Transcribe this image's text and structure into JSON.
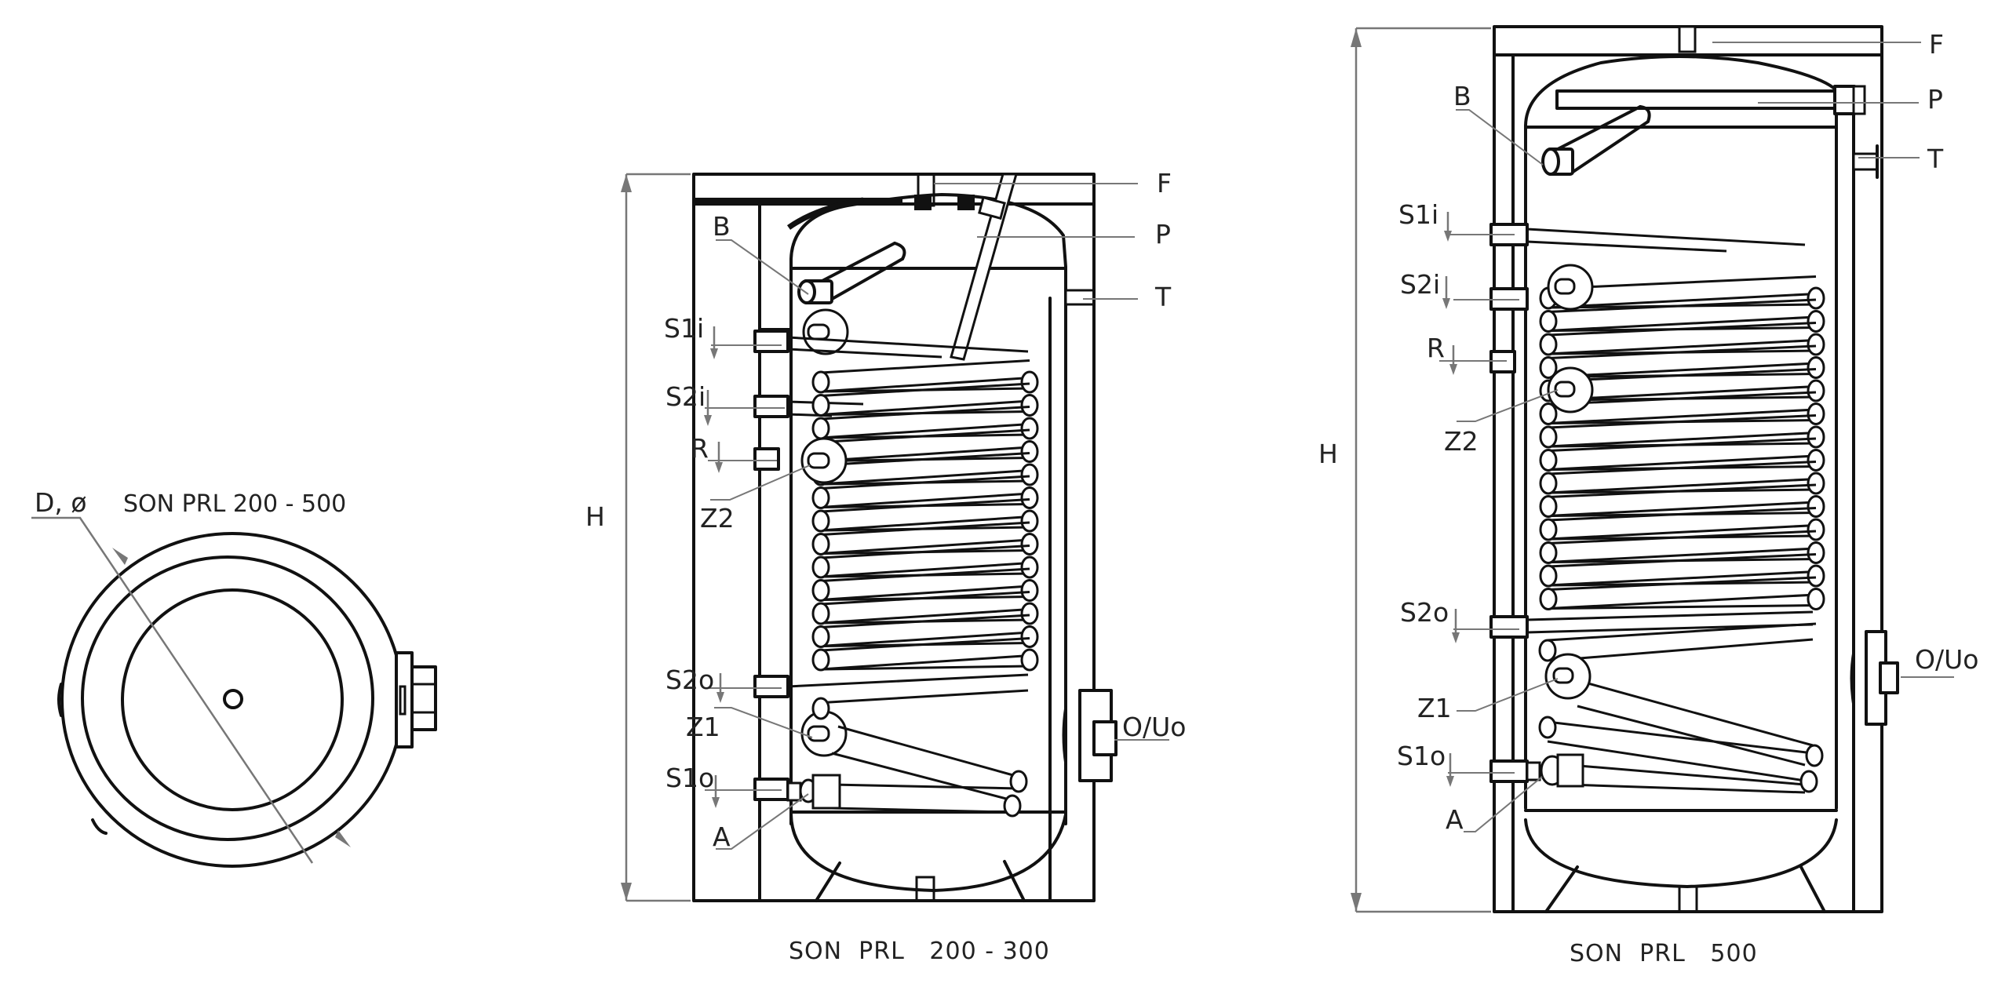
{
  "top_view": {
    "title": "SON PRL  200 - 500",
    "diameter_label": "D, ø"
  },
  "tank_small": {
    "caption": "SON  PRL   200 - 300",
    "height_label": "H",
    "labels": {
      "F": "F",
      "P": "P",
      "T": "T",
      "B": "B",
      "S1i": "S1i",
      "S2i": "S2i",
      "R": "R",
      "Z2": "Z2",
      "S2o": "S2o",
      "Z1": "Z1",
      "S1o": "S1o",
      "A": "A",
      "OUo": "O/Uo"
    }
  },
  "tank_large": {
    "caption": "SON  PRL   500",
    "height_label": "H",
    "labels": {
      "F": "F",
      "P": "P",
      "T": "T",
      "B": "B",
      "S1i": "S1i",
      "S2i": "S2i",
      "R": "R",
      "Z2": "Z2",
      "S2o": "S2o",
      "Z1": "Z1",
      "S1o": "S1o",
      "A": "A",
      "OUo": "O/Uo"
    }
  },
  "colors": {
    "line": "#111111",
    "leader": "#777777",
    "background": "#ffffff"
  }
}
